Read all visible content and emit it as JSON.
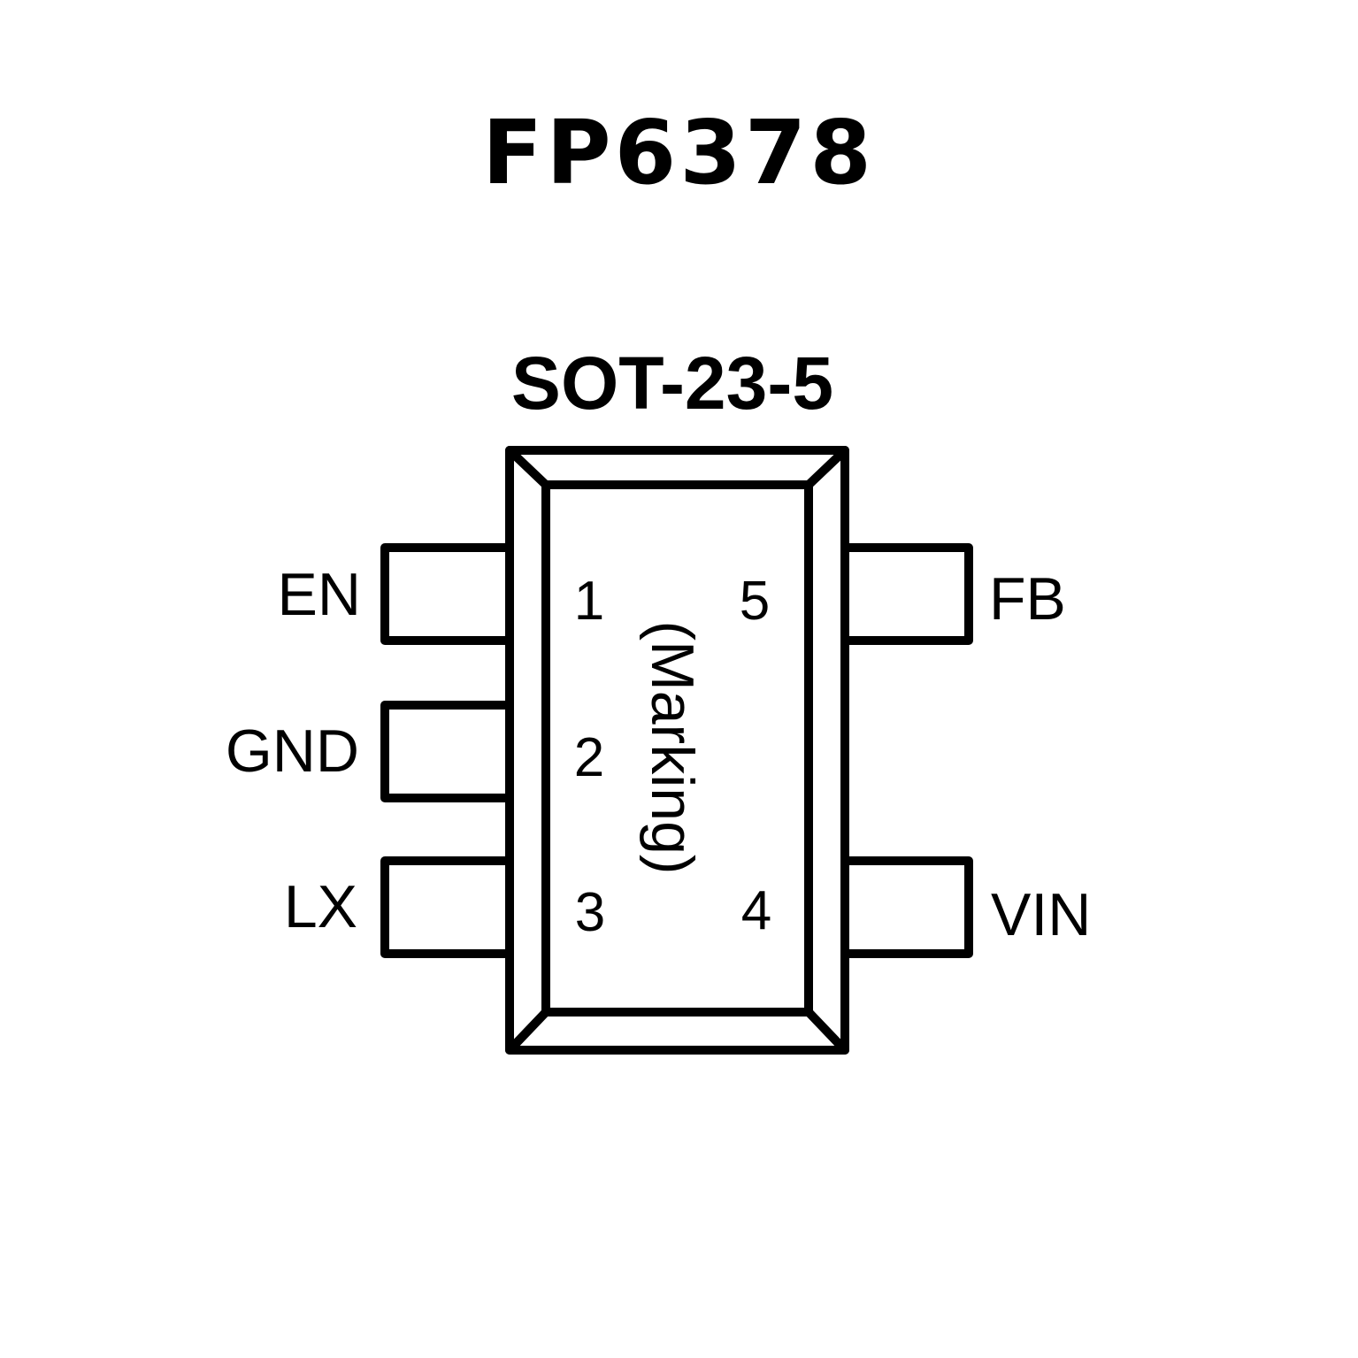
{
  "title": "FP6378",
  "package": "SOT-23-5",
  "marking": "(Marking)",
  "pins": [
    {
      "number": "1",
      "name": "EN"
    },
    {
      "number": "2",
      "name": "GND"
    },
    {
      "number": "3",
      "name": "LX"
    },
    {
      "number": "4",
      "name": "VIN"
    },
    {
      "number": "5",
      "name": "FB"
    }
  ]
}
